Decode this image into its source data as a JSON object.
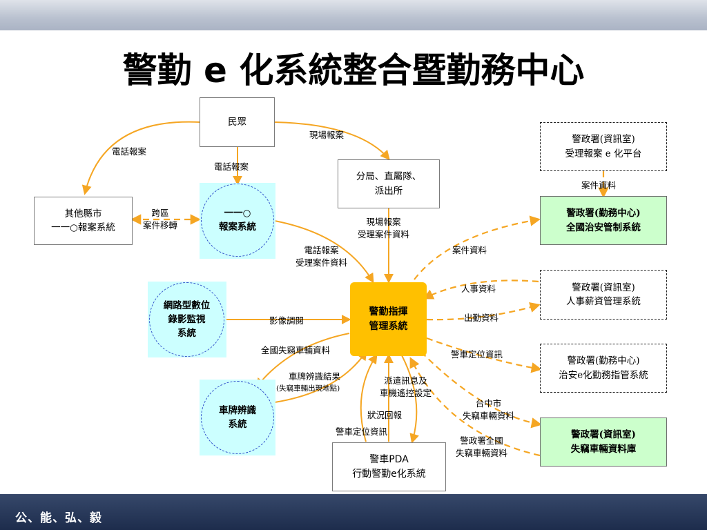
{
  "title": "警勤 e 化系統整合暨勤務中心",
  "footer": "公、能、弘、毅",
  "nodes": {
    "public": "民眾",
    "branch": "分局、直屬隊、\n派出所",
    "npa_it_case": "警政署(資訊室)\n受理報案 e 化平台",
    "other_city": "其他縣市\n一一○報案系統",
    "sys110": "一一○\n報案系統",
    "npa_duty_center": "警政署(勤務中心)\n全國治安管制系統",
    "cctv": "網路型數位\n錄影監視\n系統",
    "core": "警勤指揮\n管理系統",
    "npa_hr": "警政署(資訊室)\n人事薪資管理系統",
    "npa_duty_e": "警政署(勤務中心)\n治安e化勤務指管系統",
    "plate": "車牌辨識\n系統",
    "npa_stolen_db": "警政署(資訊室)\n失竊車輛資料庫",
    "pda": "警車PDA\n行動警勤e化系統"
  },
  "labels": {
    "phone_report_left": "電話報案",
    "onsite_report": "現場報案",
    "phone_report_mid": "電話報案",
    "case_data_top": "案件資料",
    "cross_region": "跨區\n案件移轉",
    "onsite_accept": "現場報案\n受理案件資料",
    "phone_accept": "電話報案\n受理案件資料",
    "case_data": "案件資料",
    "hr_data": "人事資料",
    "video_dispatch": "影像調閱",
    "attendance_data": "出勤資料",
    "national_stolen": "全國失竊車輛資料",
    "car_location_right": "警車定位資訊",
    "plate_result": "車牌辨識結果",
    "plate_result_sub": "(失竊車輛出現地點)",
    "dispatch_msg": "派遣訊息及\n車機遙控設定",
    "taichung_stolen": "台中市\n失竊車輛資料",
    "status_report": "狀況回報",
    "car_location_bottom": "警車定位資訊",
    "npa_national_stolen": "警政署全國\n失竊車輛資料"
  },
  "colors": {
    "arrow": "#f5a623",
    "core": "#ffc000",
    "cyan_box": "#ccffff",
    "green_box": "#ccffcc",
    "circle_border": "#3355cc",
    "footer_bar": "#1d2c4c"
  }
}
